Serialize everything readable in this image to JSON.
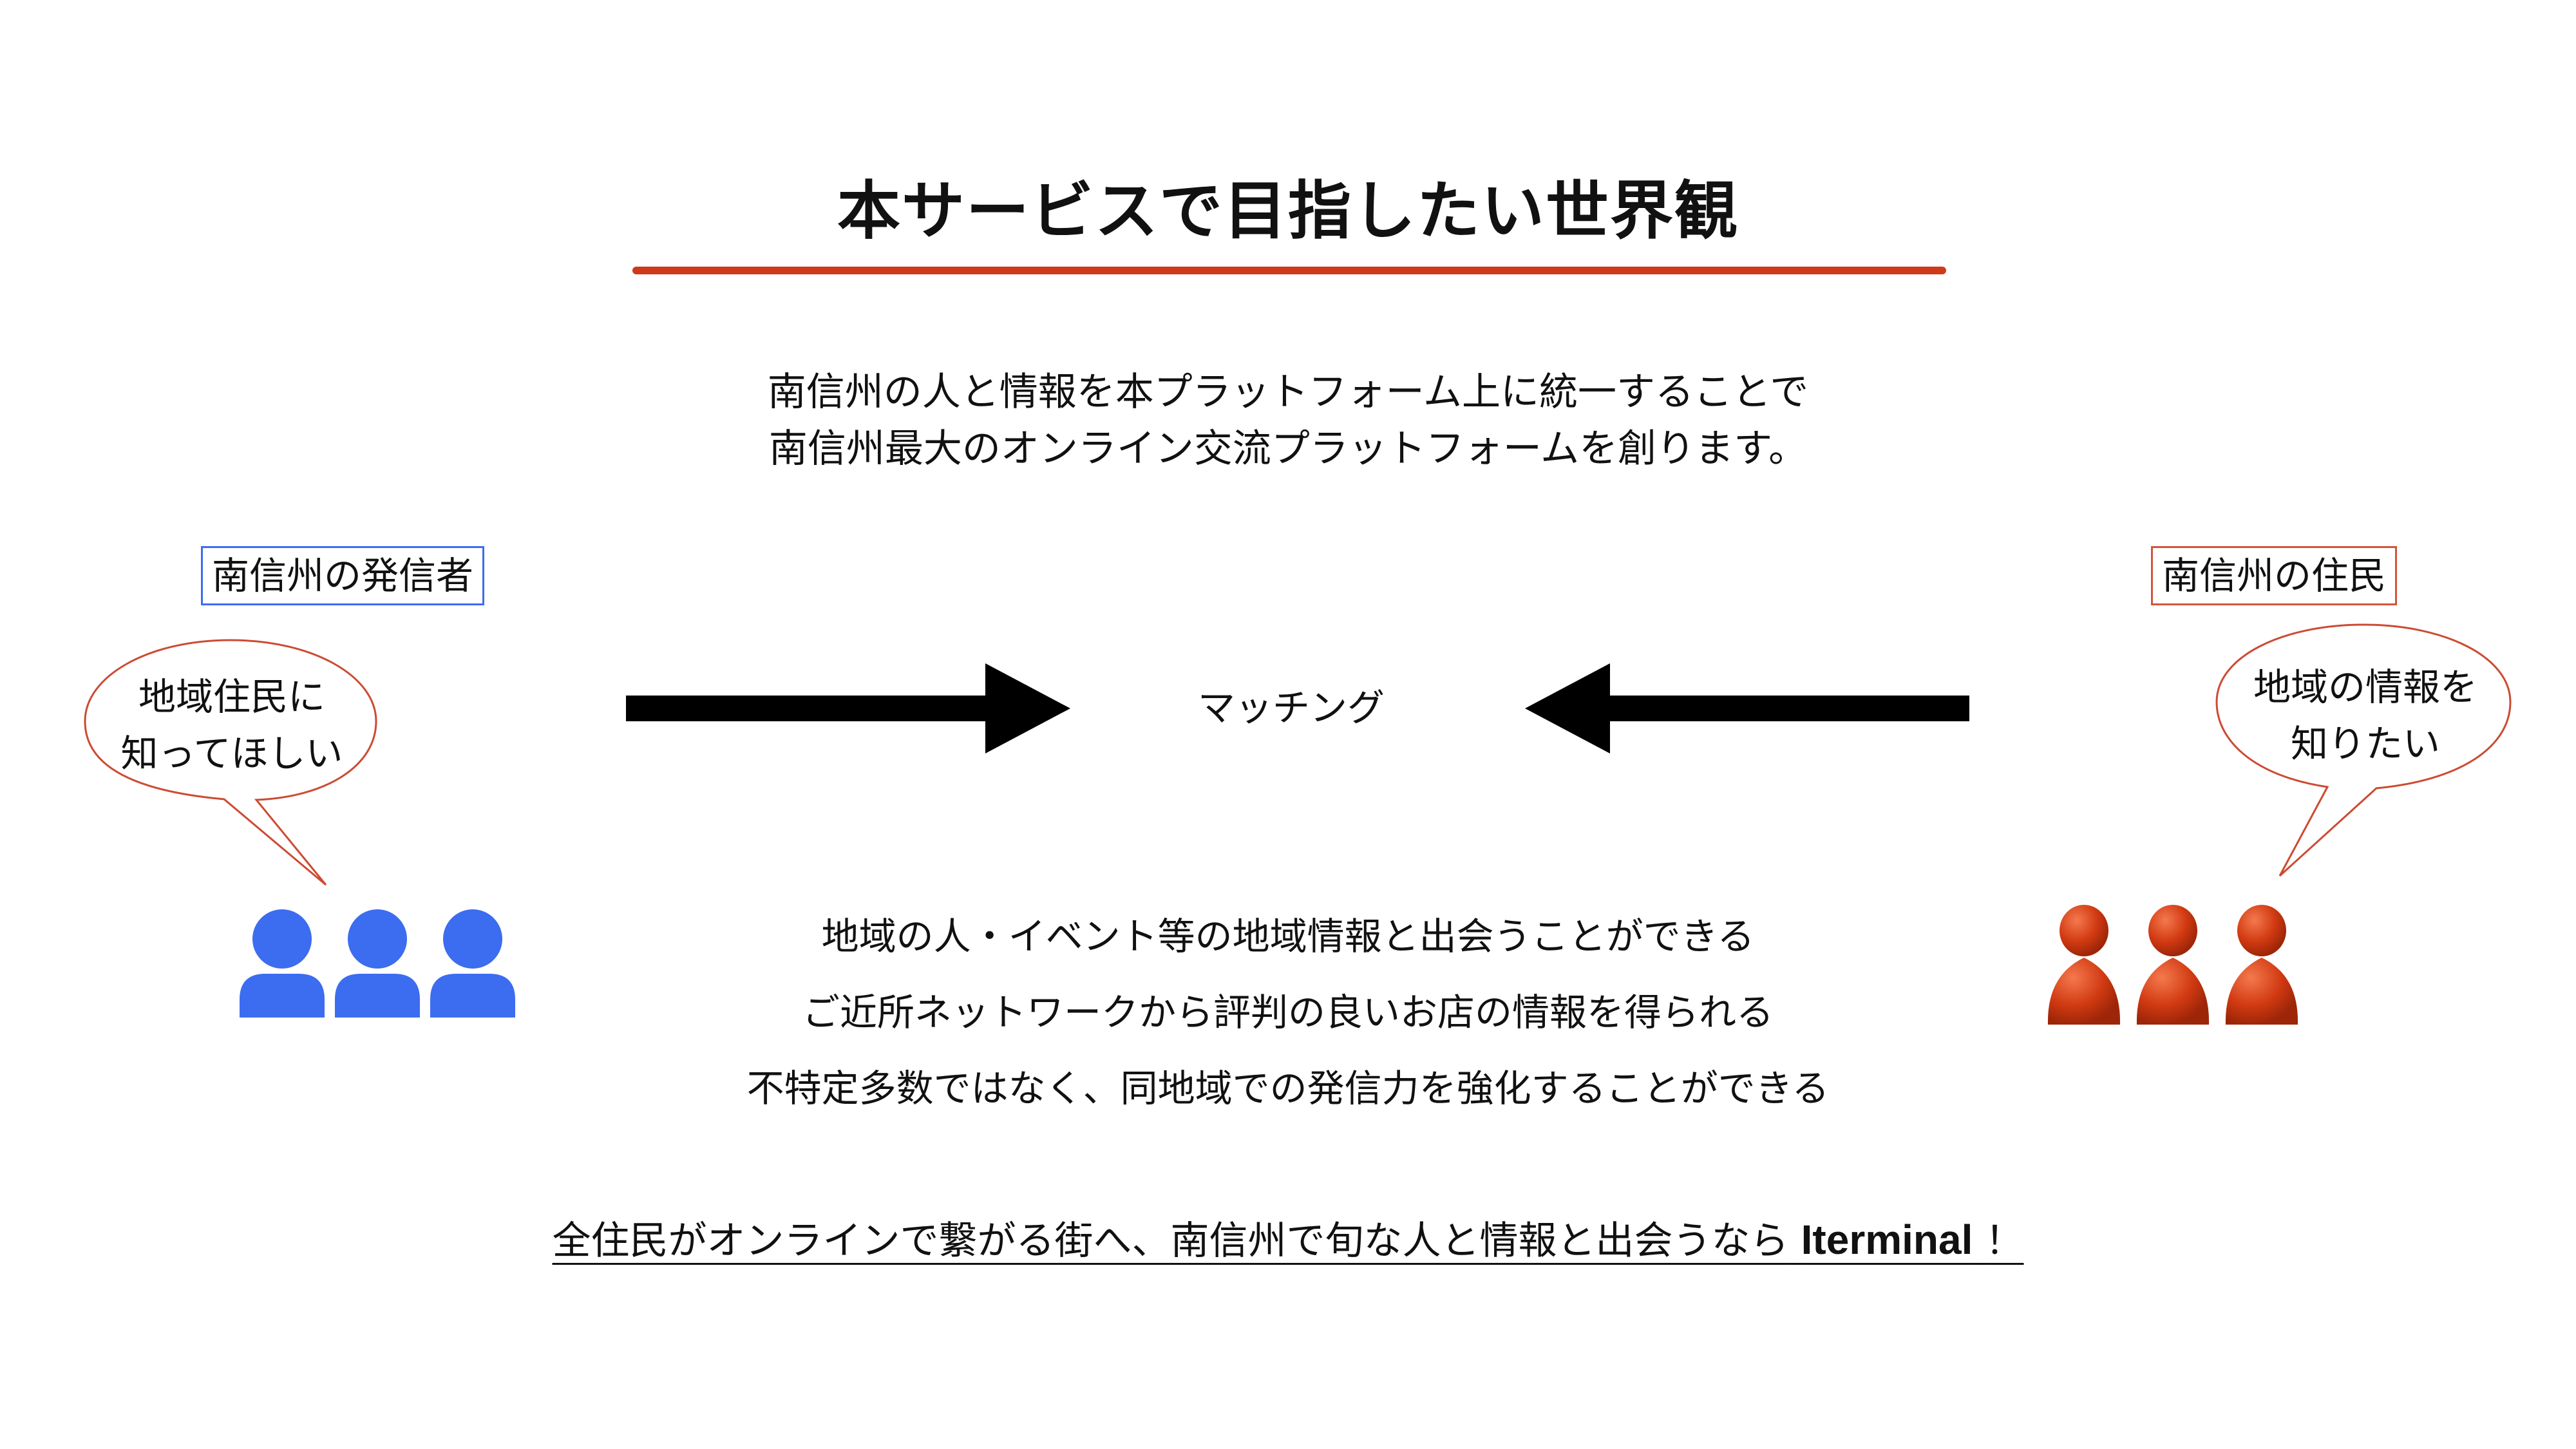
{
  "slide": {
    "title": "本サービスで目指したい世界観",
    "intro_lines": [
      "南信州の人と情報を本プラットフォーム上に統一することで",
      "南信州最大のオンライン交流プラットフォームを創ります。"
    ],
    "left": {
      "tag": "南信州の発信者",
      "bubble_lines": [
        "地域住民に",
        "知ってほしい"
      ],
      "people_color": "#3c6cf0",
      "icon": "group-of-people-icon"
    },
    "right": {
      "tag": "南信州の住民",
      "bubble_lines": [
        "地域の情報を",
        "知りたい"
      ],
      "people_color": "#d13a12",
      "icon": "group-of-people-icon"
    },
    "matching": "マッチング",
    "benefits": [
      "地域の人・イベント等の地域情報と出会うことができる",
      "ご近所ネットワークから評判の良いお店の情報を得られる",
      "不特定多数ではなく、同地域での発信力を強化することができる"
    ],
    "tagline": {
      "text": "全住民がオンラインで繋がる街へ、南信州で旬な人と情報と出会うなら",
      "brand": "Iterminal",
      "end": "！"
    },
    "accent_color": "#cf3a1a"
  }
}
